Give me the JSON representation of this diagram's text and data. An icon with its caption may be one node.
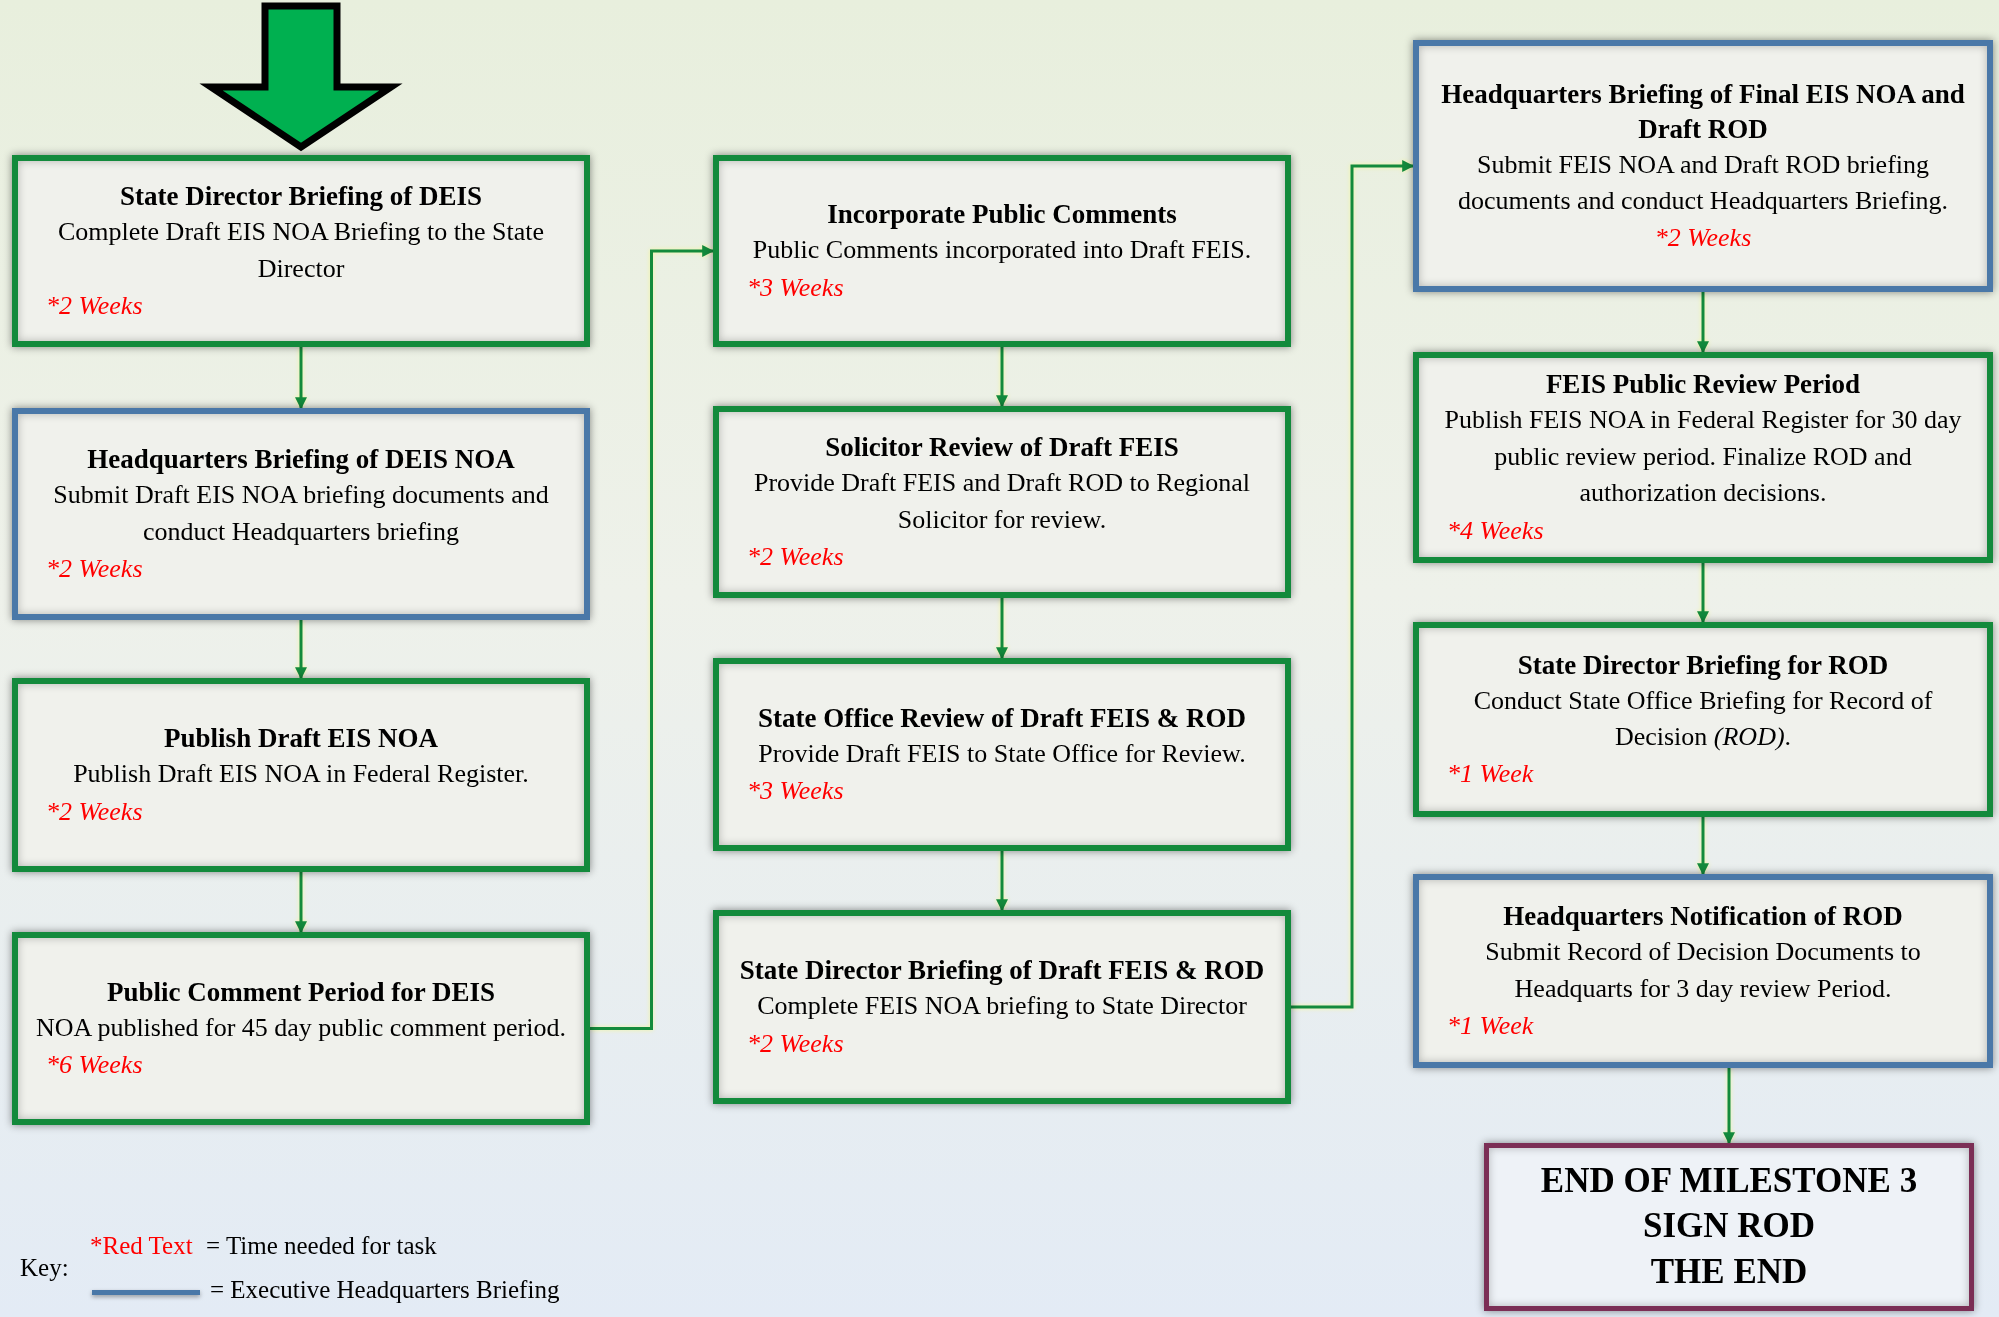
{
  "diagram": {
    "nodes": [
      {
        "text": [
          "State Director Briefing of DEIS",
          "Complete Draft EIS NOA Briefing to the State Director",
          "*2 Weeks"
        ]
      },
      {
        "text": [
          "Headquarters Briefing of DEIS NOA",
          "Submit Draft EIS NOA briefing documents and conduct Headquarters briefing",
          "*2 Weeks"
        ]
      },
      {
        "text": [
          "Publish Draft EIS NOA",
          "Publish Draft EIS NOA in Federal Register.",
          "*2 Weeks"
        ]
      },
      {
        "text": [
          "Public Comment Period for DEIS",
          "NOA published for 45 day public comment period.",
          "*6 Weeks"
        ]
      },
      {
        "text": [
          "Incorporate Public Comments",
          "Public Comments incorporated into Draft FEIS.",
          "*3 Weeks"
        ]
      },
      {
        "text": [
          "Solicitor Review of Draft FEIS",
          "Provide Draft FEIS and Draft ROD to Regional Solicitor for review.",
          "*2 Weeks"
        ]
      },
      {
        "text": [
          "State Office Review of Draft FEIS & ROD",
          "Provide Draft FEIS to State Office for Review.",
          "*3 Weeks"
        ]
      },
      {
        "text": [
          "State Director Briefing of Draft FEIS & ROD",
          "Complete FEIS NOA briefing to State Director",
          "*2 Weeks"
        ]
      },
      {
        "text": [
          "Headquarters Briefing of Final EIS NOA and Draft ROD",
          "Submit FEIS NOA and Draft ROD briefing documents and conduct Headquarters Briefing.",
          "*2 Weeks"
        ]
      },
      {
        "text": [
          "FEIS Public Review Period",
          "Publish FEIS NOA in Federal Register for 30 day public review period. Finalize ROD and authorization decisions.",
          "*4 Weeks"
        ]
      },
      {
        "text": [
          "State Director Briefing for ROD",
          "Conduct State Office Briefing for Record of Decision *(ROD)*.",
          "*1 Week"
        ]
      },
      {
        "text": [
          "Headquarters Notification of ROD",
          "Submit Record of Decision Documents to Headquarts for 3 day review Period.",
          "*1 Week"
        ]
      },
      {
        "text": [
          "END OF MILESTONE 3",
          "SIGN ROD",
          "THE END"
        ]
      }
    ],
    "edges": [
      {
        "from": null,
        "to": 0,
        "arrow": "to",
        "style": "thick",
        "color": "#00b050"
      },
      {
        "from": 0,
        "to": 1,
        "arrow": "to"
      },
      {
        "from": 1,
        "to": 2,
        "arrow": "to"
      },
      {
        "from": 2,
        "to": 3,
        "arrow": "to"
      },
      {
        "from": 3,
        "to": 4,
        "arrow": "to"
      },
      {
        "from": 4,
        "to": 5,
        "arrow": "to"
      },
      {
        "from": 5,
        "to": 6,
        "arrow": "to"
      },
      {
        "from": 6,
        "to": 7,
        "arrow": "to"
      },
      {
        "from": 7,
        "to": 8,
        "arrow": "to"
      },
      {
        "from": 8,
        "to": 9,
        "arrow": "to"
      },
      {
        "from": 9,
        "to": 10,
        "arrow": "to"
      },
      {
        "from": 10,
        "to": 11,
        "arrow": "to"
      },
      {
        "from": 11,
        "to": 12,
        "arrow": "to"
      }
    ],
    "labels": [
      "Key:",
      "*Red Text",
      "= Time needed for task"
    ],
    "legend": [
      {
        "text": "= Executive Headquarters Briefing",
        "color": "#4a78a8"
      }
    ]
  }
}
